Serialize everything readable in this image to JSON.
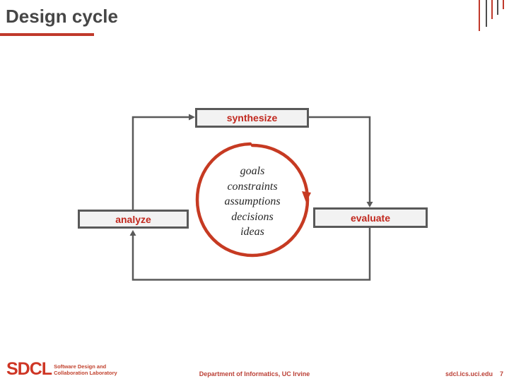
{
  "header": {
    "title": "Design cycle"
  },
  "colors": {
    "accent_red": "#c0392b",
    "node_label_red": "#c1281e",
    "circle_red": "#c63a22",
    "line_gray": "#595959",
    "box_fill": "#f2f2f2",
    "title_gray": "#464646"
  },
  "diagram": {
    "nodes": [
      {
        "id": "synthesize",
        "label": "synthesize"
      },
      {
        "id": "analyze",
        "label": "analyze"
      },
      {
        "id": "evaluate",
        "label": "evaluate"
      }
    ],
    "edges": [
      [
        "analyze",
        "synthesize"
      ],
      [
        "synthesize",
        "evaluate"
      ],
      [
        "evaluate",
        "analyze"
      ]
    ],
    "circle_items": [
      "goals",
      "constraints",
      "assumptions",
      "decisions",
      "ideas"
    ]
  },
  "footer": {
    "logo_text": "SDCL",
    "logo_tagline_line1": "Software Design and",
    "logo_tagline_line2": "Collaboration Laboratory",
    "department": "Department of Informatics, UC Irvine",
    "site": "sdcl.ics.uci.edu",
    "page_number": "7"
  }
}
